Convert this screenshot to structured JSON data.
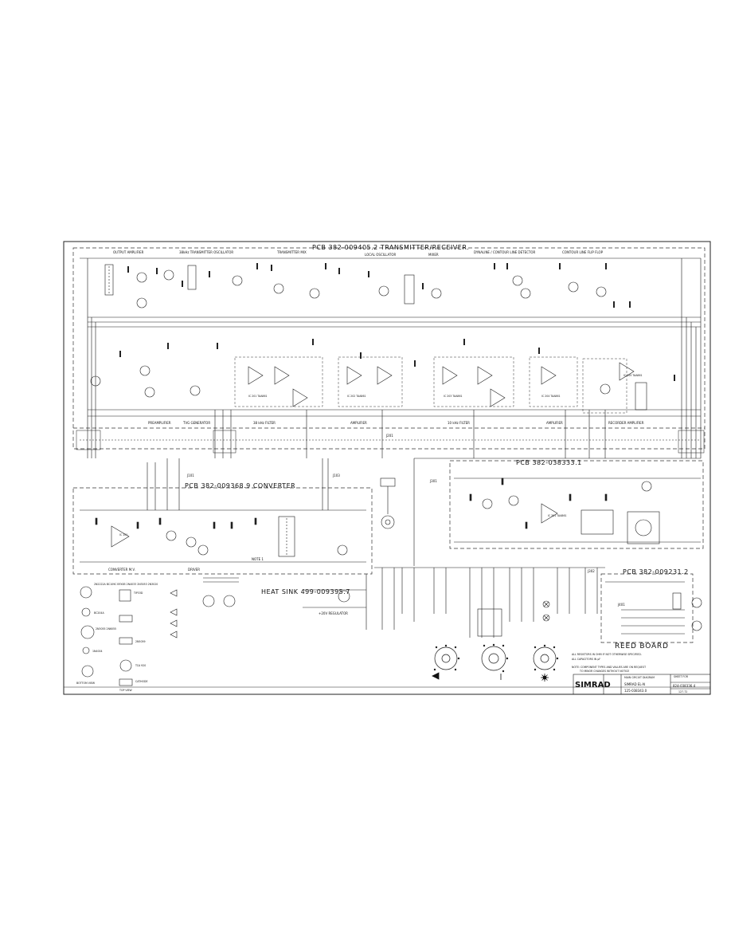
{
  "sections": {
    "transmitter_receiver": "PCB 382-009405.2   TRANSMITTER/RECEIVER.",
    "converter": "PCB 382-009368.9 CONVERTER",
    "pcb_038333": "PCB 382-038333.1",
    "pcb_009231": "PCB 382-009231.2",
    "heat_sink": "HEAT SINK 499-009395.7",
    "reed_board": "REED BOARD"
  },
  "block_labels": {
    "output_amplifier": "OUTPUT AMPLIFIER",
    "tx_oscillator": "38kHz TRANSMITTER OSCILLATOR",
    "transmitter_mix": "TRANSMITTER MIX",
    "local_oscillator": "LOCAL OSCILLATOR",
    "mixer": "MIXER",
    "contour_detector": "DYNALINE / CONTOUR LINE DETECTOR",
    "contour_flipflop": "CONTOUR LINE FLIP FLOP",
    "preamplifier": "PREAMPLIFIER",
    "tvg_generator": "TVG GENERATOR",
    "filter_38": "38 kHz FILTER",
    "amplifier_1": "AMPLIFIER",
    "filter_10": "10 kHz FILTER",
    "amplifier_2": "AMPLIFIER",
    "recorder_amplifier": "RECORDER AMPLIFIER",
    "converter_mv": "CONVERTER M.V.",
    "driver": "DRIVER",
    "regulator": "+20V REGULATOR",
    "note": "NOTE 1"
  },
  "connectors": [
    "J201",
    "J101",
    "J103",
    "J301",
    "J302",
    "J401"
  ],
  "ics": [
    "IC 201 TAA861",
    "IC 202 TAA861",
    "IC 203 TAA861",
    "IC 204 TAA861",
    "IC 205 TAA861",
    "IC 301 TAA861",
    "IC 101"
  ],
  "legend": {
    "transistors": "2N2222A BC109C BFX85 2N4033 2N3053 2N3020",
    "bc": "BC204A",
    "power": "2N3055 2N6055",
    "diode": "1N4004",
    "tip": "TIP33D",
    "bottom_view": "BOTTOM VIEW",
    "top_view": "TOP VIEW",
    "zener": "2N5059",
    "tca": "TCA 920",
    "cathode": "CATHODE"
  },
  "notes": {
    "line1": "ALL RESISTORS IN OHM IF NOT OTHERWISE SPECIFIED.",
    "line2": "ALL CAPACITORS IN µF",
    "line3": "NOTE: COMPONENT TYPES AND VALUES ARE ON REQUEST",
    "line4": "TO MINOR CHANGES WITHOUT NOTICE"
  },
  "title_block": {
    "logo": "SIMRAD",
    "drawing_title": "MAIN CIRCUIT DIAGRAM",
    "model": "SIMRAD  EL-N",
    "drawing_no": "125-038343.0",
    "sheet_label": "SHEET FOR",
    "ref_no": "824-038336.4",
    "date": "127-72"
  }
}
